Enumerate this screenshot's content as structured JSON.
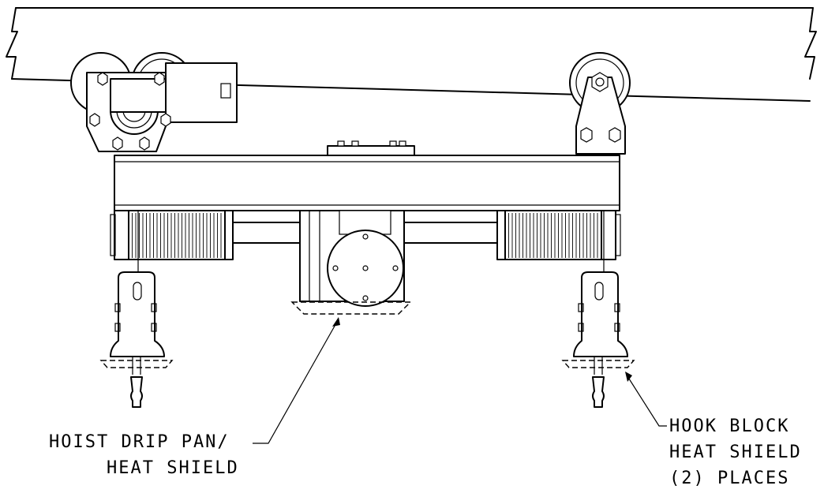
{
  "labels": {
    "drip_pan_line1": "HOIST DRIP PAN/",
    "drip_pan_line2": "HEAT SHIELD",
    "hook_block_line1": "HOOK BLOCK",
    "hook_block_line2": "HEAT SHIELD",
    "hook_block_line3": "(2) PLACES"
  }
}
